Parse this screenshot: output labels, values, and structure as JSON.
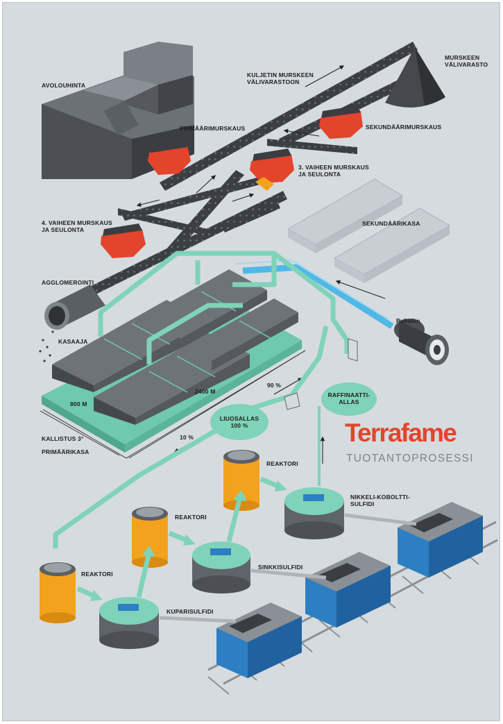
{
  "brand": {
    "name": "Terrafame",
    "subtitle": "TUOTANTOPROSESSI",
    "color": "#e2452c"
  },
  "labels": {
    "avolouhinta": "AVOLOUHINTA",
    "primaarimurskaus": "PRIMÄÄRIMURSKAUS",
    "kuljetin": "KULJETIN MURSKEEN\nVÄLIVARASTOON",
    "murskeen_valivarasto": "MURSKEEN\nVÄLIVARASTO",
    "sekundaarimurskaus": "SEKUNDÄÄRIMURSKAUS",
    "vaihe3": "3. VAIHEEN MURSKAUS\nJA SEULONTA",
    "vaihe4": "4. VAIHEEN MURSKAUS\nJA SEULONTA",
    "sekundaarikasa": "SEKUNDÄÄRIKASA",
    "agglomerointi": "AGGLOMEROINTI",
    "puhallin": "Puhallin",
    "kasaaja": "KASAAJA",
    "dim_800": "800 M",
    "dim_2400": "2400 M",
    "pct_90": "90 %",
    "pct_10": "10 %",
    "raffinaattiallas": "RAFFINAATTI-\nALLAS",
    "liuosallas": "LIUOSALLAS\n100 %",
    "kallistus": "KALLISTUS 3°",
    "primaarikasa": "PRIMÄÄRIKASA",
    "reaktori_1": "REAKTORI",
    "reaktori_2": "REAKTORI",
    "reaktori_3": "REAKTORI",
    "nikkeli": "NIKKELI-KOBOLTTI-\nSULFIDI",
    "sinkki": "SINKKISULFIDI",
    "kupari": "KUPARISULFIDI"
  },
  "colors": {
    "background": "#d6dbdf",
    "crusher": "#e2452c",
    "reactor": "#f3a21d",
    "solution_flow": "#7fd3b8",
    "air_flow": "#4fb8e6",
    "wagon": "#2d7fc4",
    "heap": "#555a5f",
    "pad": "#6fc9ad"
  }
}
